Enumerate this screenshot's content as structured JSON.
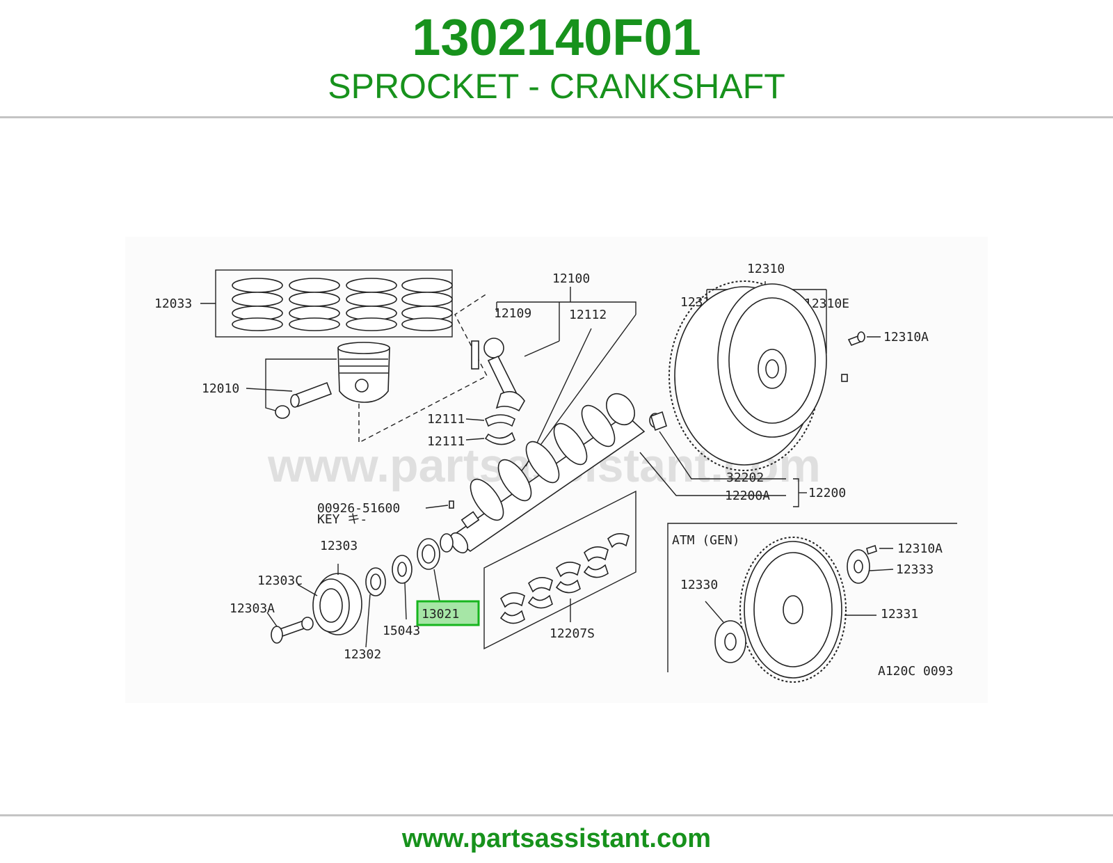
{
  "header": {
    "part_number": "1302140F01",
    "part_name": "SPROCKET - CRANKSHAFT"
  },
  "diagram": {
    "watermark": "www.partsassistant.com",
    "highlighted_callout": "13021",
    "highlight_color": "#17b51e",
    "drawing_code": "A120C 0093",
    "inset_label": "ATM (GEN)",
    "key_label": "KEY キ-",
    "callouts": {
      "c12033": "12033",
      "c12010": "12010",
      "c12100": "12100",
      "c12109": "12109",
      "c12112": "12112",
      "c12111a": "12111",
      "c12111b": "12111",
      "c12310": "12310",
      "c12312": "12312",
      "c12310E": "12310E",
      "c12310A": "12310A",
      "c32202": "32202",
      "c12200A": "12200A",
      "c12200": "12200",
      "c00926": "00926-51600",
      "c12303": "12303",
      "c12303C": "12303C",
      "c12303A": "12303A",
      "c12302": "12302",
      "c15043": "15043",
      "c12207S": "12207S",
      "c12310A2": "12310A",
      "c12333": "12333",
      "c12330": "12330",
      "c12331": "12331"
    }
  },
  "footer": {
    "link_text": "www.partsassistant.com"
  }
}
